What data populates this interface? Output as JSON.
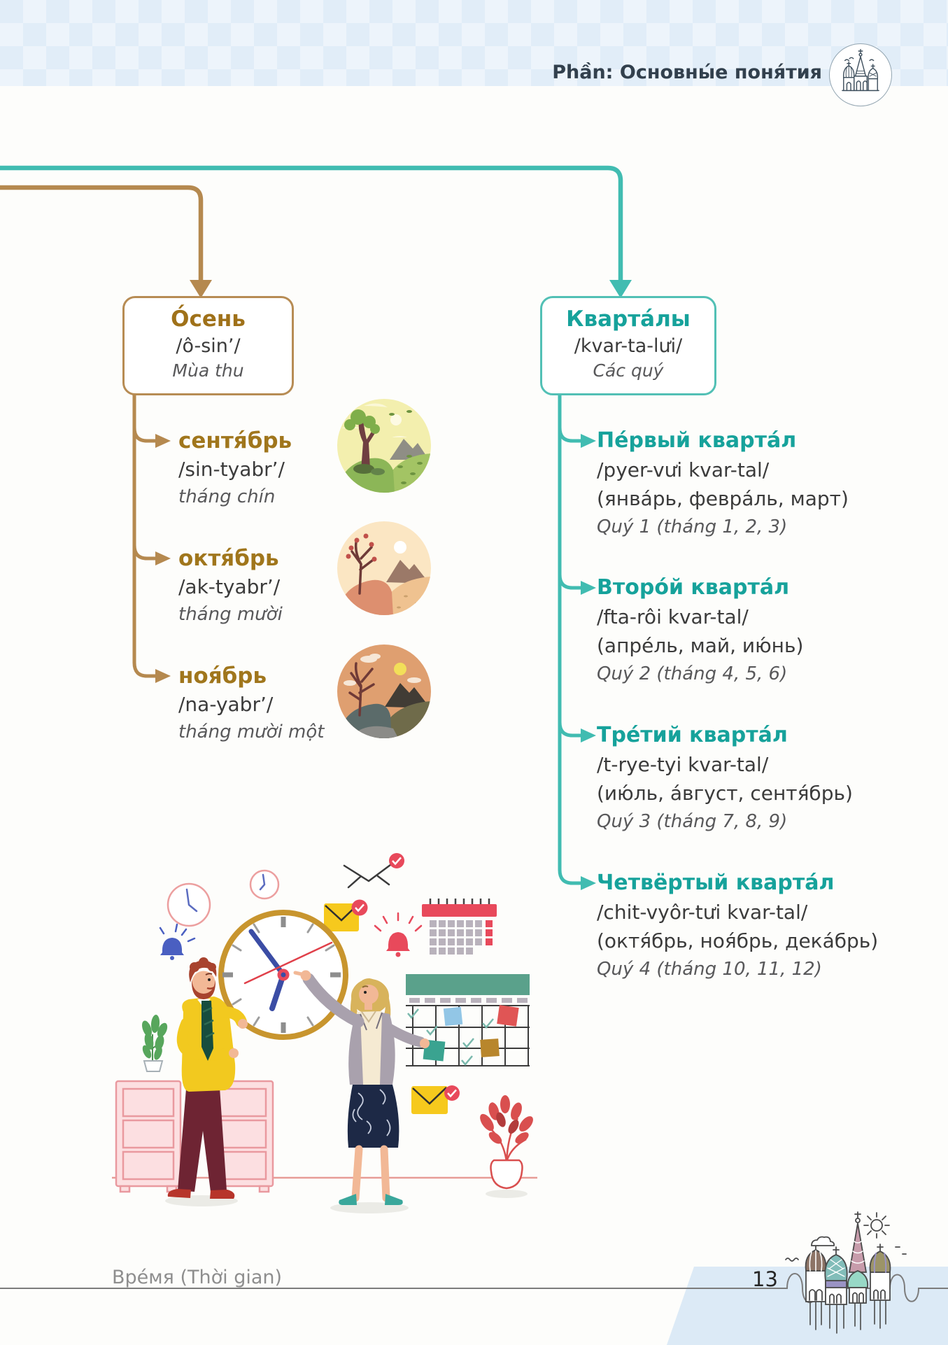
{
  "header": {
    "section_label": "Phần: Основны́е поня́тия"
  },
  "autumn": {
    "title": "О́сень",
    "phonetic": "/ô-sin’/",
    "vietnamese": "Mùa thu",
    "months": [
      {
        "name": "сентя́брь",
        "phonetic": "/sin-tyabr’/",
        "vietnamese": "tháng chín"
      },
      {
        "name": "октя́брь",
        "phonetic": "/ak-tyabr’/",
        "vietnamese": "tháng mười"
      },
      {
        "name": "ноя́брь",
        "phonetic": "/na-yabr’/",
        "vietnamese": "tháng mười một"
      }
    ]
  },
  "quarters": {
    "title": "Кварта́лы",
    "phonetic": "/kvar-ta-lưi/",
    "vietnamese": "Các quý",
    "items": [
      {
        "name": "Пе́рвый кварта́л",
        "phonetic": "/pyer-vưi kvar-tal/",
        "months": "(янва́рь, февра́ль, март)",
        "vietnamese": "Quý 1 (tháng 1, 2, 3)"
      },
      {
        "name": "Второ́й кварта́л",
        "phonetic": "/fta-rôi kvar-tal/",
        "months": "(апре́ль, май, ию́нь)",
        "vietnamese": "Quý 2 (tháng 4, 5, 6)"
      },
      {
        "name": "Тре́тий кварта́л",
        "phonetic": "/t-rye-tyi kvar-tal/",
        "months": "(ию́ль, а́вгуст, сентя́брь)",
        "vietnamese": "Quý 3 (tháng 7, 8, 9)"
      },
      {
        "name": "Четвёртый кварта́л",
        "phonetic": "/chit-vyôr-tưi kvar-tal/",
        "months": "(октя́брь, ноя́брь, дека́брь)",
        "vietnamese": "Quý 4 (tháng 10, 11, 12)"
      }
    ]
  },
  "footer": {
    "chapter_label": "Вре́мя (Thời gian)",
    "page_number": "13"
  },
  "icons": {
    "header_badge": "kremlin-line-art",
    "footer_art": "st-basils-cathedral-line-art",
    "season_images": [
      "september-green-landscape",
      "october-autumn-landscape",
      "november-late-autumn-landscape"
    ],
    "illustration": "people-with-clock-and-planners"
  },
  "colors": {
    "autumn_accent": "#a0761c",
    "autumn_border": "#b78c54",
    "quarters_accent": "#16a29b",
    "quarters_border": "#52c0b5",
    "phonetic_text": "#3b3b3b",
    "vietnamese_text": "#58585a",
    "header_band": "#e1edf8",
    "header_text": "#32404d",
    "footer_text": "#8e8e8e",
    "footer_panel": "#dceaf6"
  }
}
